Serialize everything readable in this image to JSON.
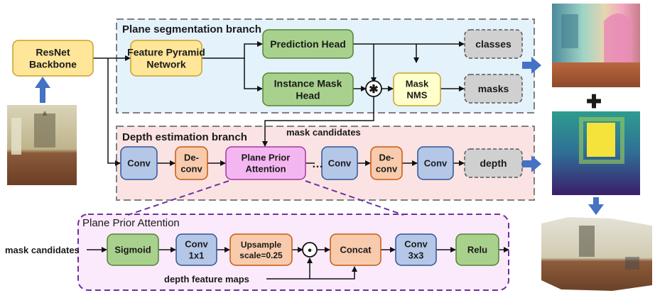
{
  "branches": {
    "segmentation_title": "Plane segmentation branch",
    "depth_title": "Depth estimation branch",
    "attention_title": "Plane Prior Attention"
  },
  "nodes": {
    "backbone": [
      "ResNet",
      "Backbone"
    ],
    "fpn": [
      "Feature Pyramid",
      "Network"
    ],
    "prediction_head": [
      "Prediction Head"
    ],
    "instance_mask_head": [
      "Instance Mask",
      "Head"
    ],
    "mask_nms": [
      "Mask",
      "NMS"
    ],
    "classes": [
      "classes"
    ],
    "masks": [
      "masks"
    ],
    "conv1": [
      "Conv"
    ],
    "deconv1": [
      "De-",
      "conv"
    ],
    "ppa": [
      "Plane Prior",
      "Attention"
    ],
    "ellipsis": "…",
    "conv2": [
      "Conv"
    ],
    "deconv2": [
      "De-",
      "conv"
    ],
    "conv3": [
      "Conv"
    ],
    "depth": [
      "depth"
    ],
    "sigmoid": [
      "Sigmoid"
    ],
    "conv1x1": [
      "Conv",
      "1x1"
    ],
    "upsample": [
      "Upsample",
      "scale=0.25"
    ],
    "concat": [
      "Concat"
    ],
    "conv3x3": [
      "Conv",
      "3x3"
    ],
    "relu": [
      "Relu"
    ]
  },
  "labels": {
    "mask_candidates_top": "mask candidates",
    "mask_candidates_input": "mask candidates",
    "depth_feature_maps": "depth feature maps",
    "multiply_symbol": "✱",
    "dot_symbol": "•",
    "plus_symbol": "✚"
  },
  "images": {
    "input_image": "input-room-photo",
    "segmentation_output": "plane-segmentation-output",
    "depth_map_output": "depth-map-output",
    "reconstruction_3d": "3d-reconstruction-output"
  },
  "colors": {
    "yellow_fill": "#ffe699",
    "yellow_stroke": "#c9a227",
    "green_fill": "#a9d18e",
    "green_stroke": "#548235",
    "blue_fill": "#b4c7e7",
    "blue_stroke": "#2f5597",
    "orange_fill": "#f8cbad",
    "orange_stroke": "#c55a11",
    "pink_fill": "#f4b6f0",
    "pink_stroke": "#a23aa0",
    "gray_fill": "#d0d0d0",
    "gray_stroke": "#595959",
    "light_yellow_fill": "#ffffcc",
    "seg_bg": "#e3f2fb",
    "depth_bg": "#fbe3e3",
    "attention_bg": "#fbeafb",
    "arrow_blue": "#4472c4",
    "dashed_purple": "#7030a0"
  }
}
